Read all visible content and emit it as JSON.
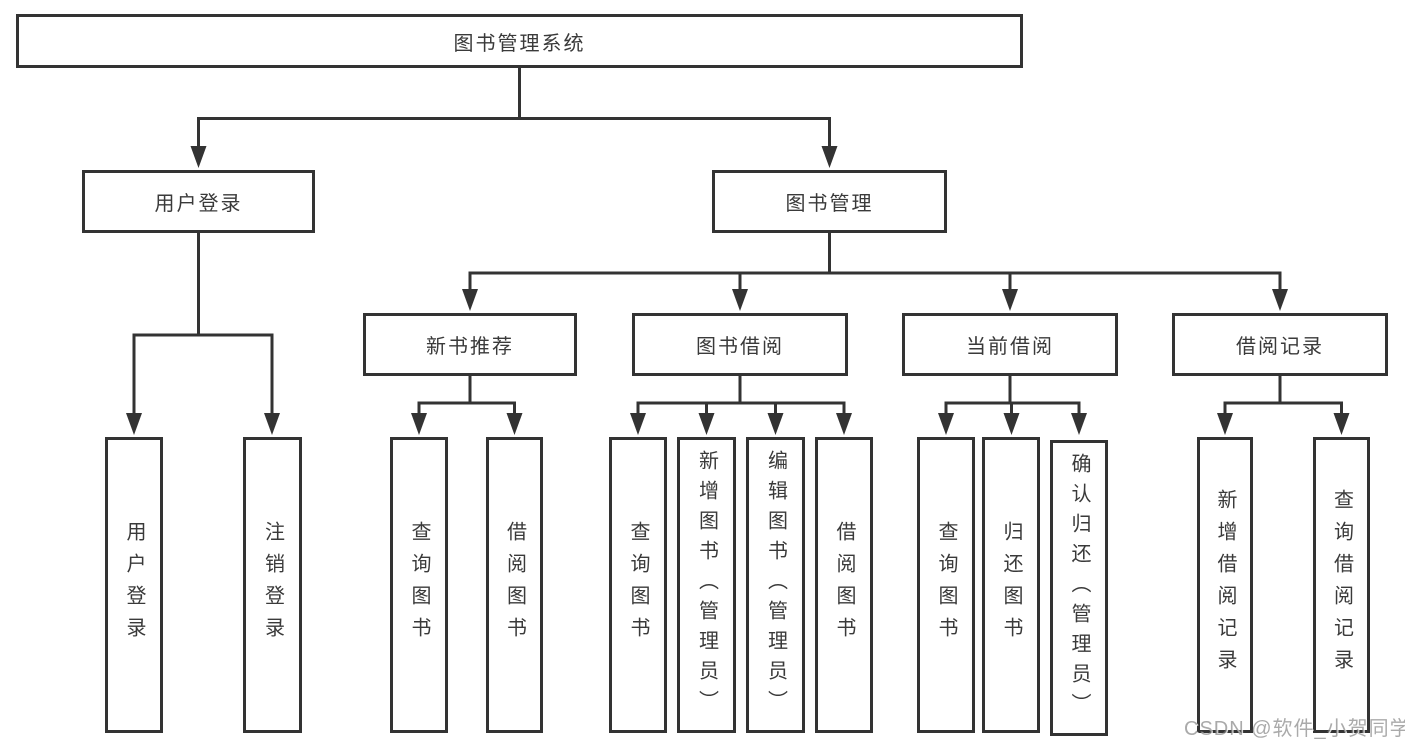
{
  "tree": {
    "root": "图书管理系统",
    "branches": [
      {
        "label": "用户登录",
        "children": [
          "用户登录",
          "注销登录"
        ]
      },
      {
        "label": "图书管理",
        "modules": [
          {
            "label": "新书推荐",
            "children": [
              "查询图书",
              "借阅图书"
            ]
          },
          {
            "label": "图书借阅",
            "children": [
              "查询图书",
              "新增图书（管理员）",
              "编辑图书（管理员）",
              "借阅图书"
            ]
          },
          {
            "label": "当前借阅",
            "children": [
              "查询图书",
              "归还图书",
              "确认归还（管理员）"
            ]
          },
          {
            "label": "借阅记录",
            "children": [
              "新增借阅记录",
              "查询借阅记录"
            ]
          }
        ]
      }
    ]
  },
  "watermark": "CSDN @软件_小贺同学",
  "colors": {
    "line": "#333333",
    "box_border": "#333333",
    "text": "#3a3a3a",
    "background": "#ffffff",
    "watermark": "#7d7d7d"
  }
}
